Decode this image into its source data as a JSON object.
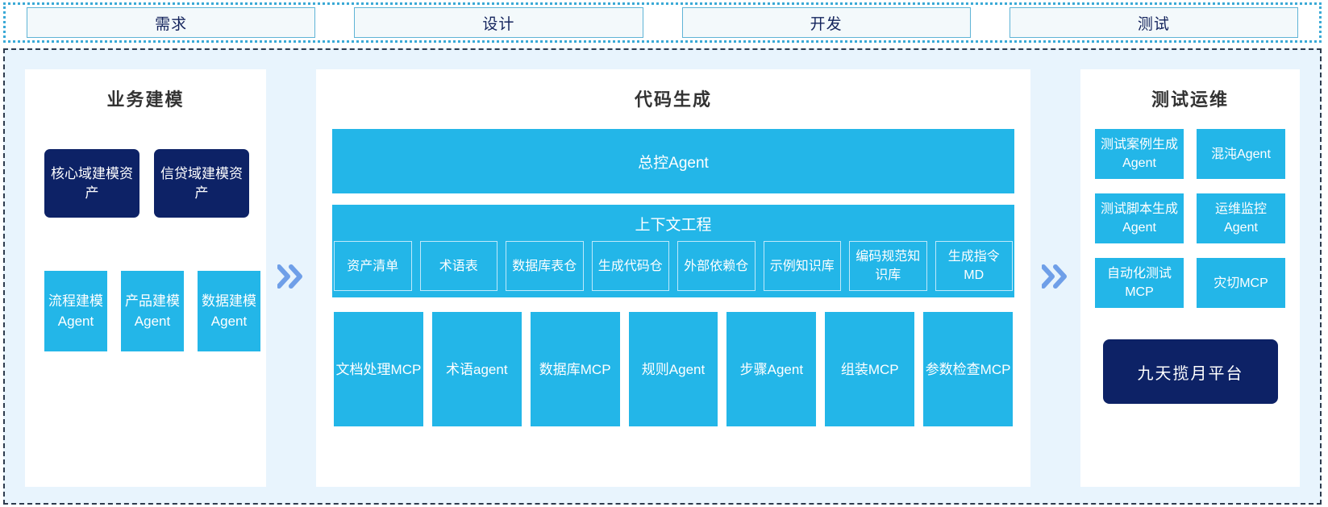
{
  "phases": [
    {
      "label": "需求"
    },
    {
      "label": "设计"
    },
    {
      "label": "开发"
    },
    {
      "label": "测试"
    }
  ],
  "colors": {
    "accent_blue": "#23b6e8",
    "navy": "#0d2266",
    "stage_bg": "#e8f4fd",
    "tab_border": "#5fb4d6",
    "tab_fill": "#f3f9fb",
    "arrow": "#6f9fe8",
    "title_text": "#333333"
  },
  "left_panel": {
    "title": "业务建模",
    "assets": [
      {
        "label": "核心域建模资产"
      },
      {
        "label": "信贷域建模资产"
      }
    ],
    "agents": [
      {
        "label": "流程建模Agent"
      },
      {
        "label": "产品建模Agent"
      },
      {
        "label": "数据建模Agent"
      }
    ]
  },
  "center_panel": {
    "title": "代码生成",
    "controller": {
      "label": "总控Agent"
    },
    "context": {
      "title": "上下文工程",
      "items": [
        {
          "label": "资产清单"
        },
        {
          "label": "术语表"
        },
        {
          "label": "数据库表仓"
        },
        {
          "label": "生成代码仓"
        },
        {
          "label": "外部依赖仓"
        },
        {
          "label": "示例知识库"
        },
        {
          "label": "编码规范知识库"
        },
        {
          "label": "生成指令MD"
        }
      ]
    },
    "tools": [
      {
        "label": "文档处理MCP"
      },
      {
        "label": "术语agent"
      },
      {
        "label": "数据库MCP"
      },
      {
        "label": "规则Agent"
      },
      {
        "label": "步骤Agent"
      },
      {
        "label": "组装MCP"
      },
      {
        "label": "参数检查MCP"
      }
    ]
  },
  "right_panel": {
    "title": "测试运维",
    "cards": [
      {
        "label": "测试案例生成Agent"
      },
      {
        "label": "混沌Agent"
      },
      {
        "label": "测试脚本生成Agent"
      },
      {
        "label": "运维监控Agent"
      },
      {
        "label": "自动化测试MCP"
      },
      {
        "label": "灾切MCP"
      }
    ],
    "platform": {
      "label": "九天揽月平台"
    }
  },
  "separators": [
    {
      "icon": "double-chevron-right-icon"
    },
    {
      "icon": "double-chevron-right-icon"
    }
  ]
}
